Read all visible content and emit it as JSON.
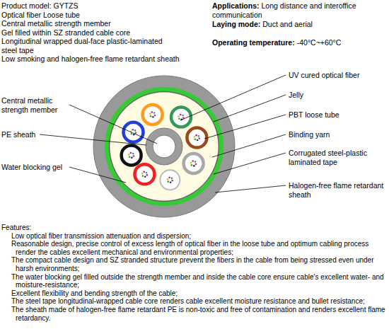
{
  "diagram": {
    "labels": [
      "Product model: GYTZS",
      "Optical fiber Loose tube",
      "Central metallic strength member",
      "Gel filled within SZ stranded cable core",
      "Longitudinal wrapped dual-face plastic-laminated steel tape",
      "Low smoking and halogen-free flame retardant sheath",
      "Applications:",
      "Long distance and interoffice communication",
      "Laying mode:",
      "Duct and aerial",
      "Operating temperature:",
      "-40°C~+60°C",
      "Central metallic strength member",
      "PE sheath",
      "Water blocking gel",
      "UV cured optical fiber",
      "Jelly",
      "PBT loose tube",
      "Binding yarn",
      "Corrugated steel-plastic laminated tape",
      "Halogen-free flame retardant sheath",
      "Features:",
      "Low optical fiber transmission attenuation and dispersion;",
      "Reasonable design, precise control of excess length of optical fiber in the loose tube and optimum cabling process render the cables excellent mechanical and environmental properties;",
      "The compact cable design and SZ stranded structure prevent the fibers in the cable from being stressed even under harsh environments;",
      "The water blocking gel filled outside the strength member and inside the cable core ensure cable's excellent water- and moisture-resistance;",
      "Excellent flexibility and bending strength of the cable;",
      "The steel tape longitudinal-wrapped cable core renders cable excellent moisture resistance and bullet resistance;",
      "The sheath made of halogen-free flame retardant PE is non-toxic and free of contamination and renders excellent flame retardancy."
    ]
  }
}
